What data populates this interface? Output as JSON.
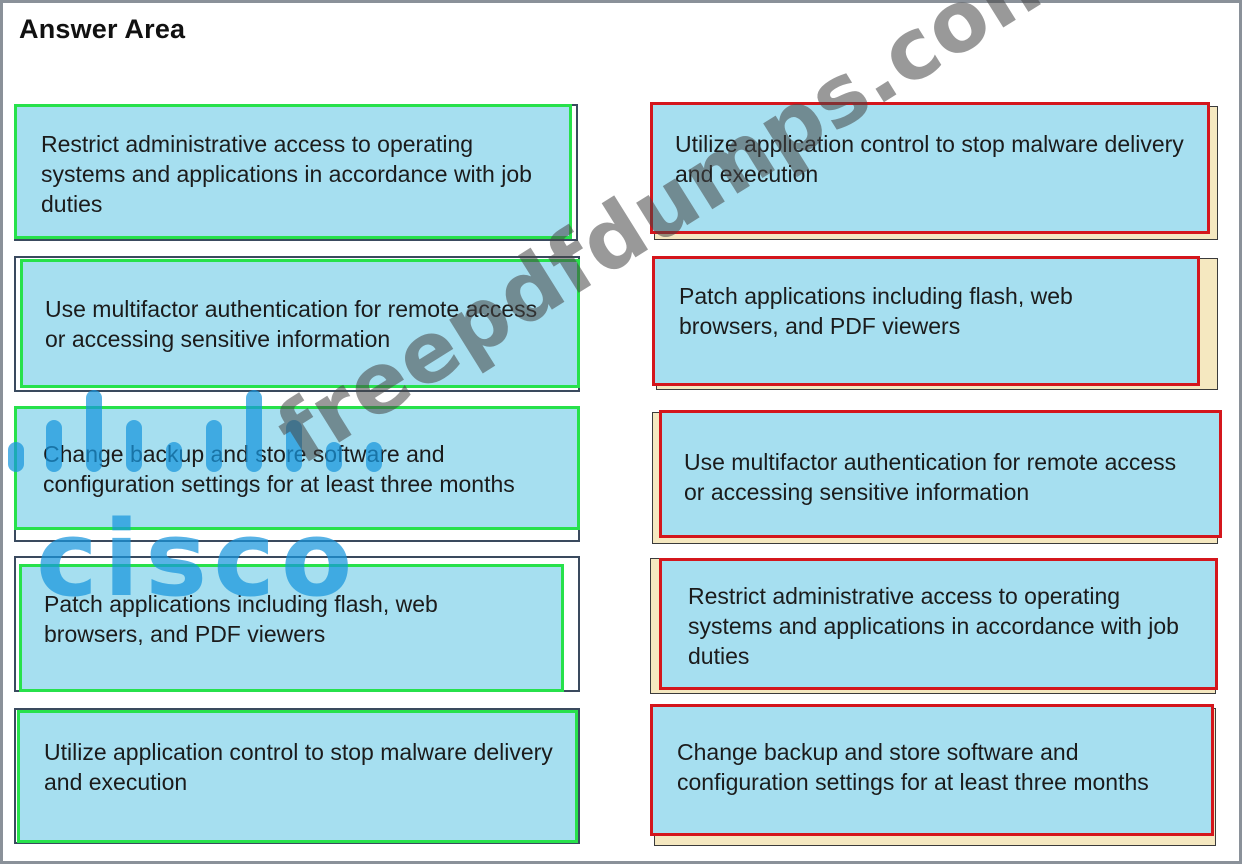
{
  "title": "Answer Area",
  "left_items": [
    "Restrict administrative access to operating systems and applications in accordance with job duties",
    "Use multifactor authentication for remote access or accessing sensitive information",
    "Change backup and store software and configuration settings for at least three months",
    "Patch applications including flash, web browsers, and PDF viewers",
    "Utilize application control to stop malware delivery and execution"
  ],
  "right_items": [
    "Utilize application control to stop malware delivery and execution",
    "Patch applications including flash, web browsers, and PDF viewers",
    "Use multifactor authentication for remote access or accessing sensitive information",
    "Restrict administrative access to operating systems and applications in accordance with job duties",
    "Change backup and store software and configuration settings for at least three months"
  ],
  "watermarks": {
    "site": "freepdfdumps.com",
    "brand": "cisco"
  },
  "colors": {
    "item_fill": "#a6dff0",
    "left_border": "#27e14b",
    "right_border": "#d4161c",
    "right_shadow": "#f5e8c0"
  }
}
